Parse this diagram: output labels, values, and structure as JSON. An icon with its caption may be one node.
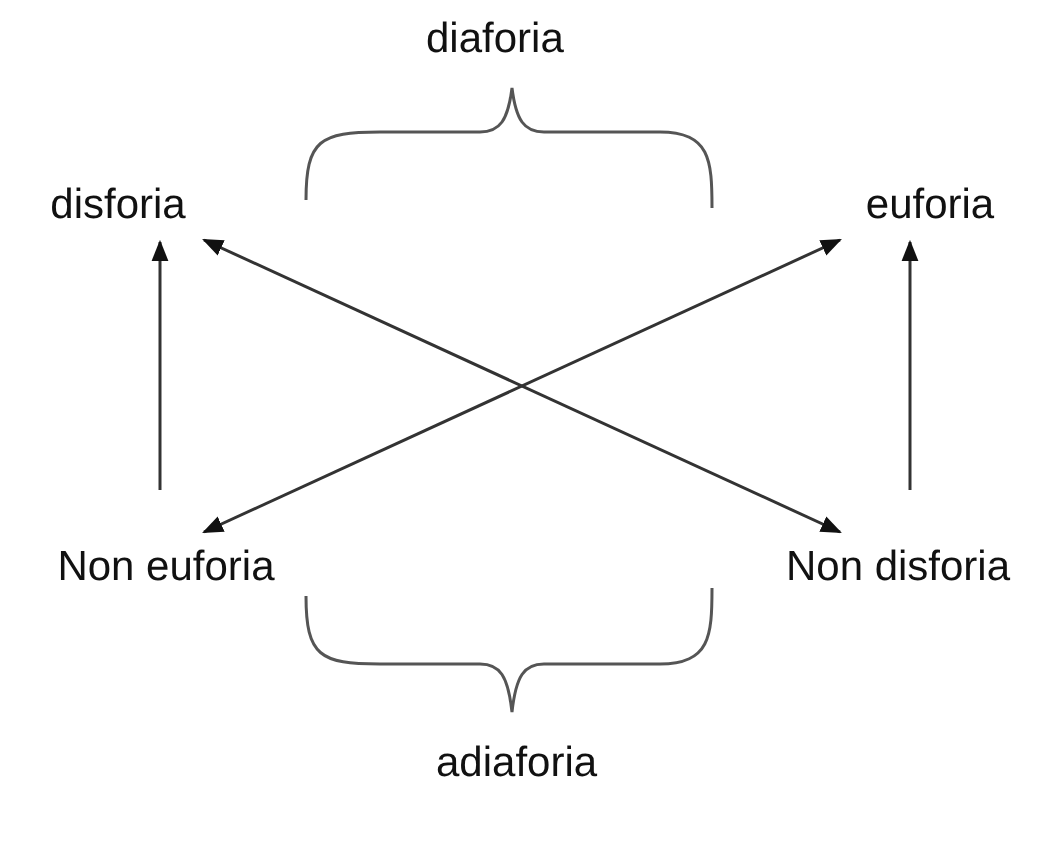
{
  "diagram": {
    "nodes": [
      {
        "text": [
          "disforia"
        ]
      },
      {
        "text": [
          "euforia"
        ]
      },
      {
        "text": [
          "Non euforia"
        ]
      },
      {
        "text": [
          "Non disforia"
        ]
      }
    ],
    "edges": [
      {
        "from": 2,
        "to": 0,
        "arrow": "to"
      },
      {
        "from": 3,
        "to": 1,
        "arrow": "to"
      },
      {
        "from": 0,
        "to": 3,
        "arrow": "both"
      },
      {
        "from": 1,
        "to": 2,
        "arrow": "both"
      }
    ],
    "labels": [
      "diaforia",
      "adiaforia"
    ]
  }
}
